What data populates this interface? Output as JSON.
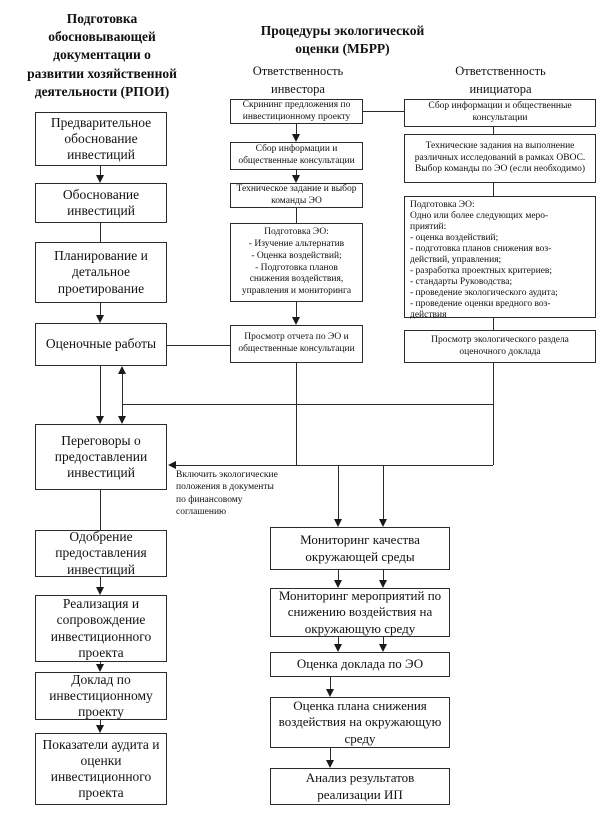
{
  "headers": {
    "left_title": [
      "Подготовка",
      "обосновывающей",
      "документации о",
      "развитии хозяйственной",
      "деятельности (РПОИ)"
    ],
    "middle_title": [
      "Процедуры экологической",
      "оценки (МБРР)"
    ],
    "investor": [
      "Ответственность",
      "инвестора"
    ],
    "initiator": [
      "Ответственность",
      "инициатора"
    ]
  },
  "left_column": {
    "boxes": [
      {
        "text": "Предварительное обоснование инвестиций"
      },
      {
        "text": "Обоснование инвестиций"
      },
      {
        "text": "Планирование и детальное проетирование"
      },
      {
        "text": "Оценочные работы"
      },
      {
        "text": "Переговоры о предоставлении инвестиций"
      },
      {
        "text": "Одобрение предоставления инвестиций"
      },
      {
        "text": "Реализация и сопровождение инвестиционного проекта"
      },
      {
        "text": "Доклад по инвестиционному проекту"
      },
      {
        "text": "Показатели аудита и оценки инвестиционного проекта"
      }
    ]
  },
  "middle_column": {
    "boxes": [
      {
        "text": "Скрининг предложения по инвестиционному проекту"
      },
      {
        "text": "Сбор информации и общественные консультации"
      },
      {
        "text": "Техническое задание и выбор команды ЭО"
      },
      {
        "text": [
          "Подготовка ЭО:",
          "- Изучение альтернатив",
          "- Оценка воздействий;",
          "- Подготовка планов",
          "снижения воздействия,",
          "управления и мониторинга"
        ]
      },
      {
        "text": "Просмотр отчета по ЭО и общественные консультации"
      }
    ]
  },
  "right_column": {
    "boxes": [
      {
        "text": "Сбор информации и общественные консультации"
      },
      {
        "text": "Технические задания на выполнение различных исследований в рамках ОВОС. Выбор команды по ЭО (если необходимо)"
      },
      {
        "text": [
          "Подготовка ЭО:",
          "Одно или более следующих меро-",
          "приятий:",
          "- оценка воздействий;",
          "- подготовка планов снижения воз-",
          "действий, управления;",
          "- разработка проектных критериев;",
          "- стандарты Руководства;",
          "- проведение экологического аудита;",
          "- проведение оценки вредного воз-",
          "действия"
        ]
      },
      {
        "text": "Просмотр экологического раздела оценочного доклада"
      }
    ]
  },
  "monitoring_column": {
    "boxes": [
      {
        "text": "Мониторинг качества окружающей среды"
      },
      {
        "text": "Мониторинг мероприятий по снижению воздействия на окружающую среду"
      },
      {
        "text": "Оценка доклада по ЭО"
      },
      {
        "text": "Оценка плана снижения воздействия на окружающую среду"
      },
      {
        "text": "Анализ результатов реализации ИП"
      }
    ]
  },
  "annotation": {
    "text": [
      "Включить экологические",
      "положения в документы",
      "по финансовому",
      "соглашению"
    ]
  },
  "colors": {
    "ink": "#1a1a1a",
    "border": "#2b2b2b",
    "background": "#ffffff"
  }
}
